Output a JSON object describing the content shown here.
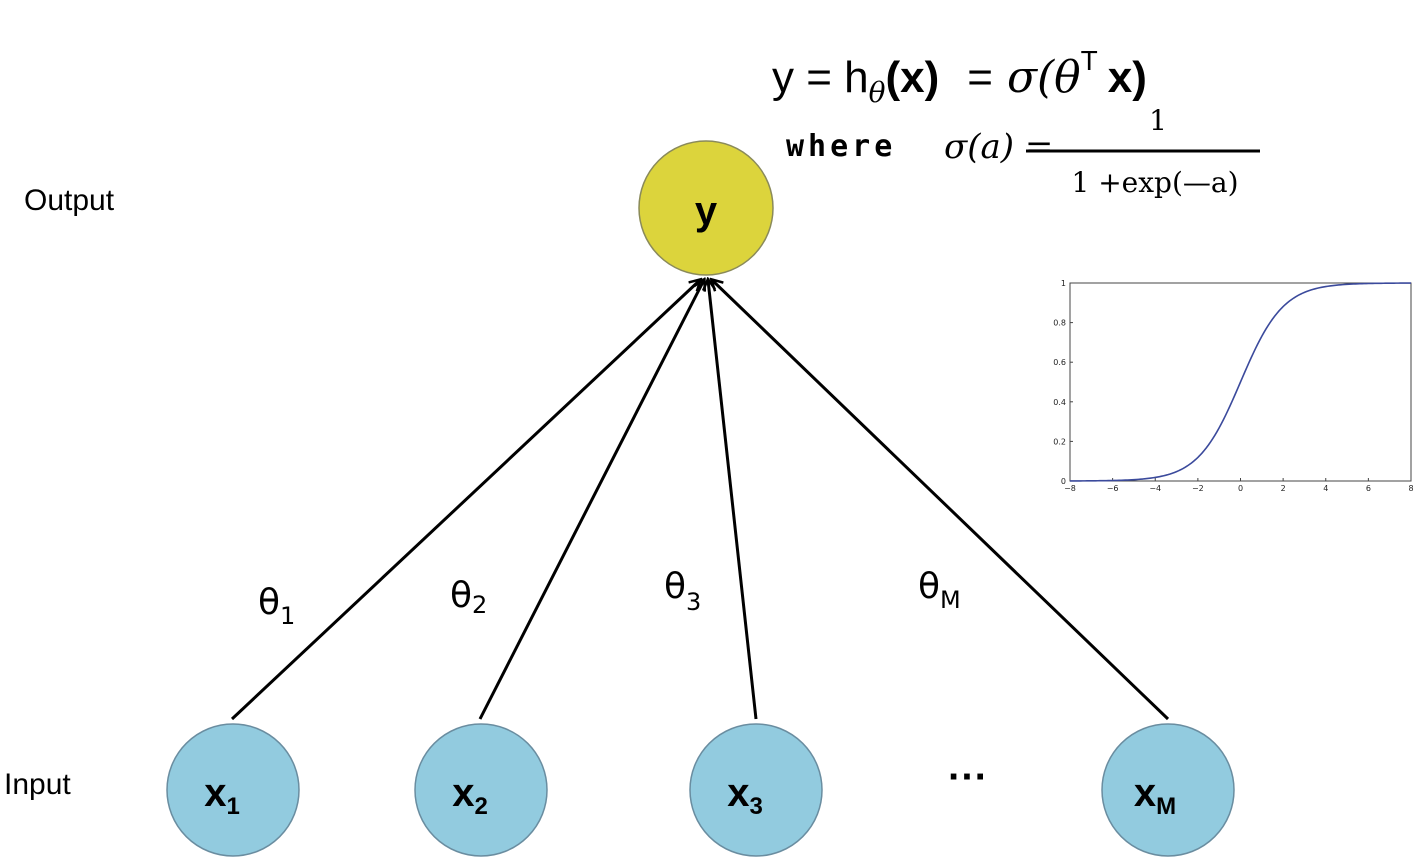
{
  "labels": {
    "output": "Output",
    "input": "Input",
    "ellipsis": "···"
  },
  "output_node": {
    "symbol": "y",
    "color": "#dcd43c"
  },
  "input_nodes": [
    {
      "symbol": "x",
      "subscript": "1"
    },
    {
      "symbol": "x",
      "subscript": "2"
    },
    {
      "symbol": "x",
      "subscript": "3"
    },
    {
      "symbol": "x",
      "subscript": "M"
    }
  ],
  "input_node_color": "#92cbdf",
  "weights": [
    {
      "symbol": "θ",
      "subscript": "1"
    },
    {
      "symbol": "θ",
      "subscript": "2"
    },
    {
      "symbol": "θ",
      "subscript": "3"
    },
    {
      "symbol": "θ",
      "subscript": "M"
    }
  ],
  "formula": {
    "lhs": "y  =  h",
    "h_sub": "θ",
    "arg": "(x)",
    "eq": "=",
    "sigma": "σ(",
    "theta": "θ",
    "transpose": "T",
    "x": "x)",
    "where": "where",
    "sigma_a": "σ(a) =",
    "numerator": "1",
    "denominator": "1 +exp(—a)"
  },
  "chart_data": {
    "type": "line",
    "function": "sigmoid",
    "xlim": [
      -8,
      8
    ],
    "ylim": [
      0,
      1
    ],
    "x_ticks": [
      "−8",
      "−6",
      "−4",
      "−2",
      "0",
      "2",
      "4",
      "6",
      "8"
    ],
    "y_ticks": [
      "0",
      "0.2",
      "0.4",
      "0.6",
      "0.8",
      "1"
    ],
    "line_color": "#3b4a9c",
    "series": [
      {
        "x": [
          -8,
          -6,
          -4,
          -3,
          -2,
          -1,
          0,
          1,
          2,
          3,
          4,
          6,
          8
        ],
        "values": [
          0.0003,
          0.0025,
          0.018,
          0.047,
          0.119,
          0.269,
          0.5,
          0.731,
          0.881,
          0.953,
          0.982,
          0.9975,
          0.9997
        ]
      }
    ]
  }
}
